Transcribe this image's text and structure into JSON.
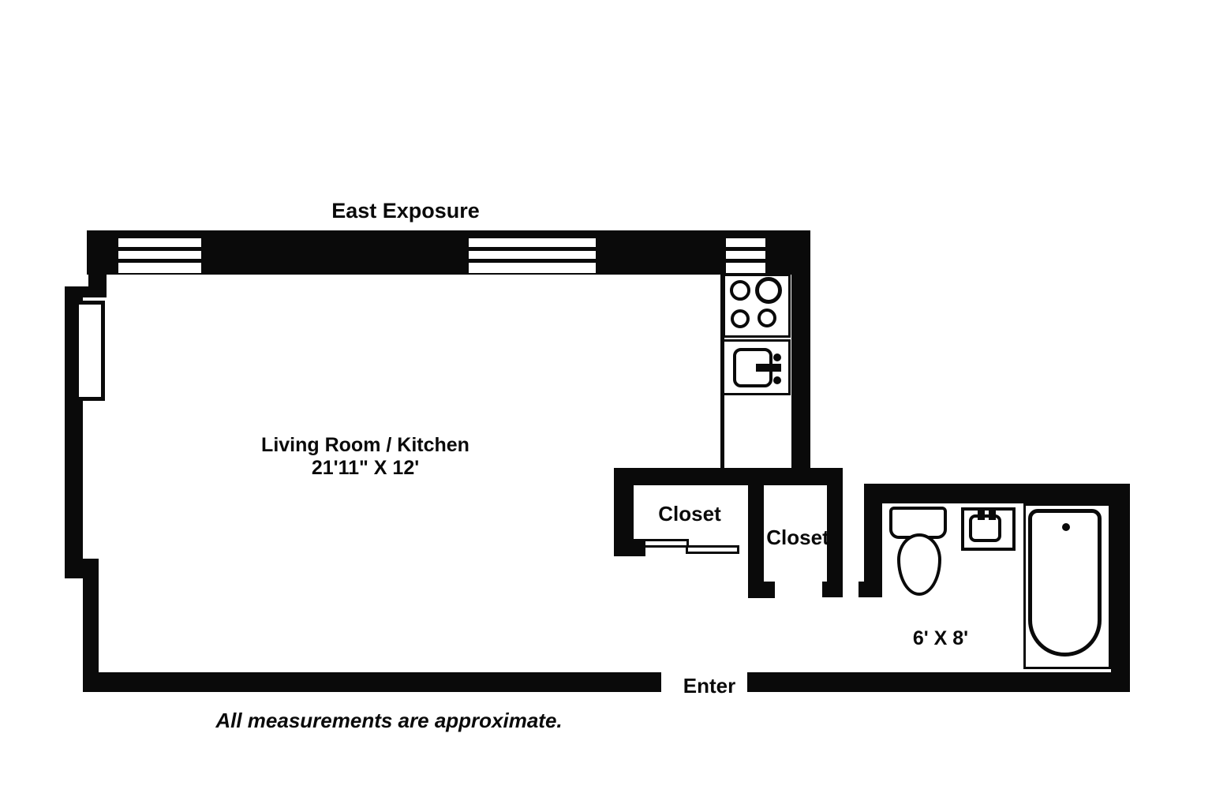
{
  "colors": {
    "ink": "#0a0a0a",
    "paper": "#ffffff"
  },
  "plan": {
    "exposure_label": "East Exposure",
    "living_room": {
      "name": "Living Room / Kitchen",
      "dimensions": "21'11\" X 12'"
    },
    "closets": [
      {
        "label": "Closet"
      },
      {
        "label": "Closet"
      }
    ],
    "bathroom": {
      "dimensions": "6' X 8'"
    },
    "entry_label": "Enter",
    "disclaimer": "All measurements are approximate.",
    "fixtures": {
      "stove": "4-burner-stove",
      "kitchen_sink": "kitchen-sink-with-faucet",
      "kitchen_counter": "counter",
      "closet_doors": "sliding-doors",
      "toilet": "toilet",
      "bathroom_sink": "bathroom-sink-with-taps",
      "bathtub": "bathtub-with-drain",
      "windows": "triple-stripe-windows"
    }
  }
}
